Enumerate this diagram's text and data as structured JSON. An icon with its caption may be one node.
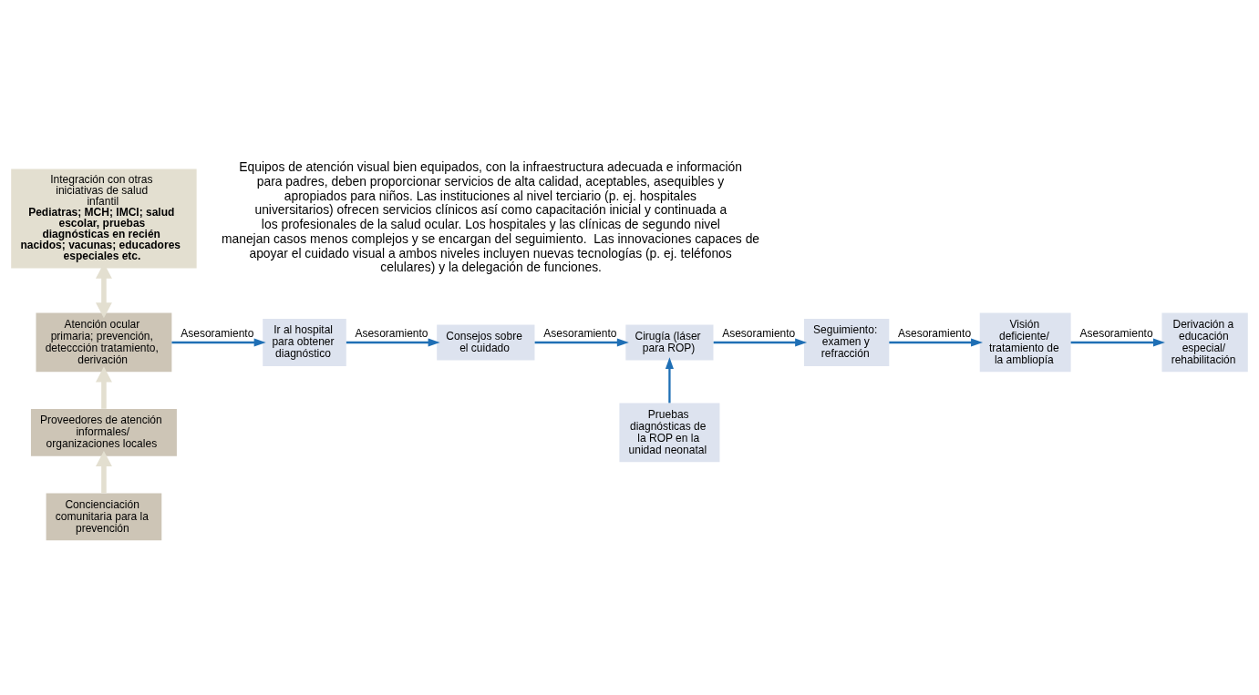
{
  "diagram": {
    "nodes": [
      {
        "text": [
          "Integración con otras iniciativas de salud infantil",
          "Pediatras; MCH; IMCI; salud escolar, pruebas diagnósticas en recién nacidos; vacunas; educadores especiales etc."
        ]
      },
      {
        "text": [
          "Atención ocular primaria; prevención, deteccción tratamiento, derivación"
        ]
      },
      {
        "text": [
          "Proveedores de atención informales/ organizaciones locales"
        ]
      },
      {
        "text": [
          "Concienciación comunitaria para la prevención"
        ]
      },
      {
        "text": [
          "Ir al hospital para obtener diagnóstico"
        ]
      },
      {
        "text": [
          "Consejos sobre el cuidado"
        ]
      },
      {
        "text": [
          "Cirugía (láser para ROP)"
        ]
      },
      {
        "text": [
          "Seguimiento: examen y refracción"
        ]
      },
      {
        "text": [
          "Visión deficiente/ tratamiento de la ambliopía"
        ]
      },
      {
        "text": [
          "Derivación a educación especial/ rehabilitación"
        ]
      },
      {
        "text": [
          "Pruebas diagnósticas de la ROP en la unidad neonatal"
        ]
      }
    ],
    "edges": [
      {
        "from": 1,
        "to": 0,
        "arrow": "both",
        "style": "thick",
        "color": "#e3dfd0"
      },
      {
        "from": 2,
        "to": 1,
        "arrow": "to",
        "style": "thick",
        "color": "#e3dfd0"
      },
      {
        "from": 3,
        "to": 2,
        "arrow": "to",
        "style": "thick",
        "color": "#e3dfd0"
      },
      {
        "from": 1,
        "to": 4,
        "arrow": "to",
        "label": "Asesoramiento"
      },
      {
        "from": 4,
        "to": 5,
        "arrow": "to",
        "label": "Asesoramiento"
      },
      {
        "from": 5,
        "to": 6,
        "arrow": "to",
        "label": "Asesoramiento"
      },
      {
        "from": 6,
        "to": 7,
        "arrow": "to",
        "label": "Asesoramiento"
      },
      {
        "from": 7,
        "to": 8,
        "arrow": "to",
        "label": "Asesoramiento"
      },
      {
        "from": 8,
        "to": 9,
        "arrow": "to",
        "label": "Asesoramiento"
      },
      {
        "from": 10,
        "to": 6,
        "arrow": "to"
      }
    ],
    "labels": [
      "Equipos de atención visual bien equipados, con la infraestructura adecuada e información para padres, deben proporcionar servicios de alta calidad, aceptables, asequibles y apropiados para niños. Las instituciones al nivel terciario (p. ej. hospitales universitarios) ofrecen servicios clínicos así como capacitación inicial y continuada a los profesionales de la salud ocular. Los hospitales y las clínicas de segundo nivel manejan casos menos complejos y se encargan del seguimiento.  Las innovaciones capaces de apoyar el cuidado visual a ambos niveles incluyen nuevas tecnologías (p. ej. teléfonos celulares) y la delegación de funciones."
    ]
  }
}
